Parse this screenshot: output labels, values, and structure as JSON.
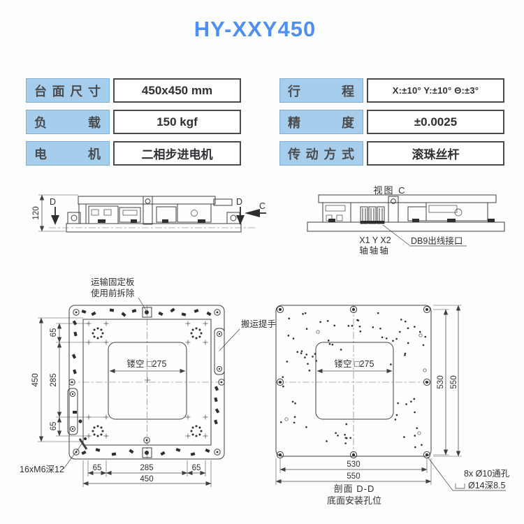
{
  "title": "HY-XXY450",
  "colors": {
    "accent": "#4e8ff0",
    "label_bg": "#a6ceec",
    "line": "#3f3f3f"
  },
  "spec": {
    "left": [
      {
        "label": "台面尺寸",
        "value": "450x450 mm"
      },
      {
        "label": "负 载",
        "value": "150 kgf"
      },
      {
        "label": "电 机",
        "value": "二相步进电机"
      }
    ],
    "right": [
      {
        "label": "行 程",
        "value": "X:±10°  Y:±10°  Θ:±3°"
      },
      {
        "label": "精 度",
        "value": "±0.0025"
      },
      {
        "label": "传动方式",
        "value": "滚珠丝杆"
      }
    ]
  },
  "side_view": {
    "dim_height": "120",
    "section_mark_left": "D",
    "section_mark_right": "D",
    "view_mark": "C"
  },
  "view_c": {
    "caption": "视图 C",
    "axes_line1": "X1 Y X2",
    "axes_line2": "轴轴轴",
    "db9_note": "DB9出线接口"
  },
  "top_view": {
    "transport_note_1": "运输固定板",
    "transport_note_2": "使用前拆除",
    "handle_note": "搬运提手",
    "opening": "镂空 □275",
    "thread_note": "16xM6深12",
    "dim_left_total": "450",
    "dim_left_top": "65",
    "dim_left_mid": "285",
    "dim_left_bottom": "65",
    "dim_bottom_1": "65",
    "dim_bottom_2": "285",
    "dim_bottom_3": "65",
    "dim_bottom_total": "450"
  },
  "bottom_view": {
    "opening": "镂空 □275",
    "dim_right_inner": "530",
    "dim_right_outer": "550",
    "dim_bottom_inner": "530",
    "dim_bottom_outer": "550",
    "caption_1": "剖面 D-D",
    "caption_2": "底面安装孔位",
    "hole_note_1": "8x Ø10通孔",
    "hole_note_2": "Ø14深8.5"
  }
}
